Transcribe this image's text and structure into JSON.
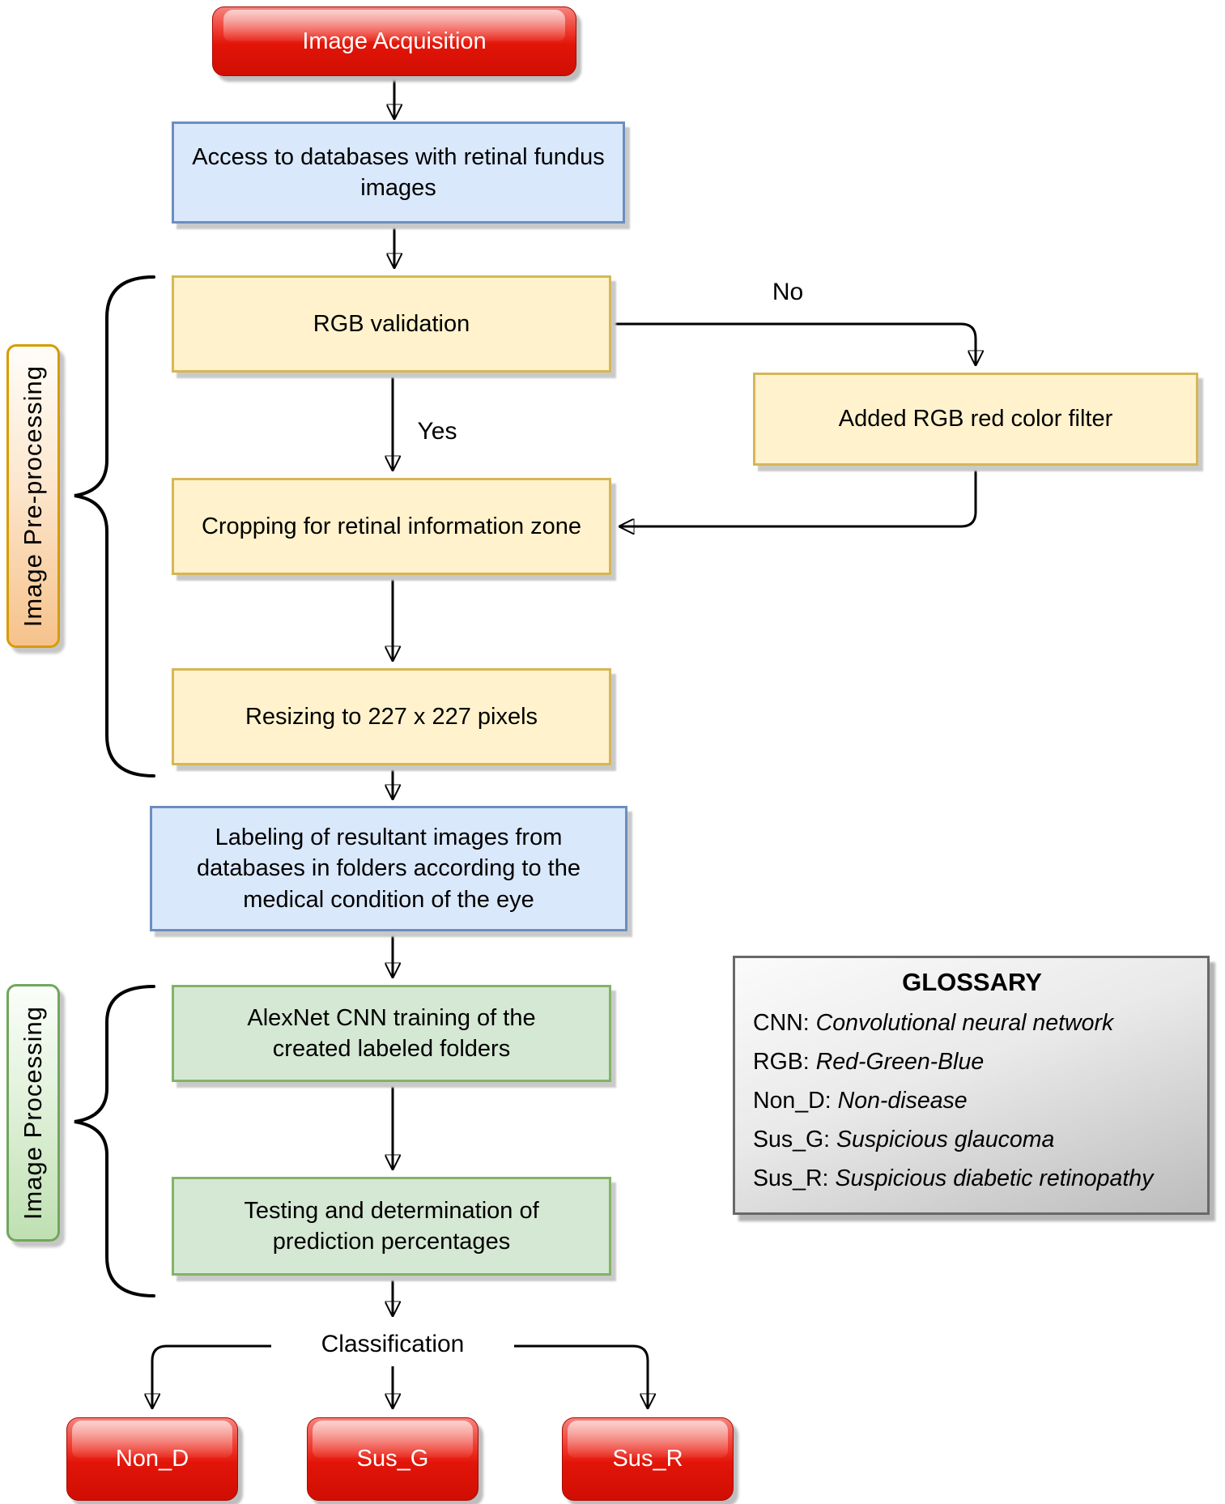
{
  "nodes": {
    "image_acquisition": {
      "label": "Image Acquisition"
    },
    "access_databases": {
      "label": "Access to databases with retinal fundus images"
    },
    "rgb_validation": {
      "label": "RGB validation"
    },
    "added_filter": {
      "label": "Added RGB red color filter"
    },
    "cropping": {
      "label": "Cropping for retinal information zone"
    },
    "resizing": {
      "label": "Resizing to 227 x 227 pixels"
    },
    "labeling": {
      "label": "Labeling of resultant images from databases in folders according to the medical condition of the eye"
    },
    "alexnet_training": {
      "label": "AlexNet CNN training of the created labeled folders"
    },
    "testing": {
      "label": "Testing and determination of prediction percentages"
    },
    "non_d": {
      "label": "Non_D"
    },
    "sus_g": {
      "label": "Sus_G"
    },
    "sus_r": {
      "label": "Sus_R"
    }
  },
  "edge_labels": {
    "yes": "Yes",
    "no": "No",
    "classification": "Classification"
  },
  "side_labels": {
    "preprocessing": "Image Pre-processing",
    "processing": "Image Processing"
  },
  "glossary": {
    "title": "GLOSSARY",
    "entries": [
      {
        "term": "CNN:",
        "definition": "Convolutional neural network"
      },
      {
        "term": "RGB:",
        "definition": "Red-Green-Blue"
      },
      {
        "term": "Non_D:",
        "definition": "Non-disease"
      },
      {
        "term": "Sus_G:",
        "definition": "Suspicious glaucoma"
      },
      {
        "term": "Sus_R:",
        "definition": "Suspicious diabetic retinopathy"
      }
    ]
  },
  "colors": {
    "process_yellow_fill": "#fff2cc",
    "process_yellow_border": "#d6b656",
    "io_blue_fill": "#dae8fc",
    "io_blue_border": "#6c8ebf",
    "ml_green_fill": "#d5e8d4",
    "ml_green_border": "#82b366",
    "terminal_red": "#e21408",
    "connector_black": "#000000"
  }
}
